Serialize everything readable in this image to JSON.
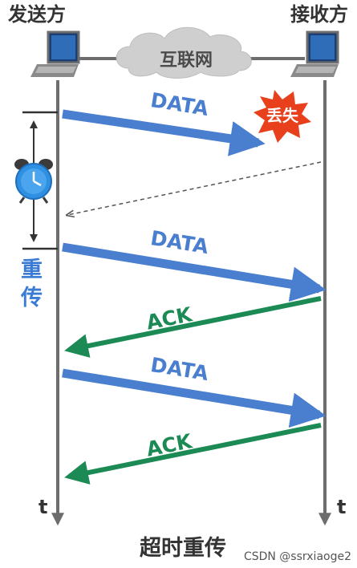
{
  "labels": {
    "sender": "发送方",
    "receiver": "接收方",
    "network": "互联网",
    "lost": "丢失",
    "retransmit": "重传",
    "time_left": "t",
    "time_right": "t",
    "caption": "超时重传",
    "watermark": "CSDN @ssrxiaoge2"
  },
  "messages": [
    {
      "label": "DATA",
      "direction": "sender-to-receiver",
      "status": "lost",
      "color": "#4a7fd0"
    },
    {
      "label": "",
      "direction": "receiver-to-sender",
      "status": "timeout",
      "color": "#555555"
    },
    {
      "label": "DATA",
      "direction": "sender-to-receiver",
      "status": "delivered",
      "color": "#4a7fd0"
    },
    {
      "label": "ACK",
      "direction": "receiver-to-sender",
      "status": "delivered",
      "color": "#1b8a55"
    },
    {
      "label": "DATA",
      "direction": "sender-to-receiver",
      "status": "delivered",
      "color": "#4a7fd0"
    },
    {
      "label": "ACK",
      "direction": "receiver-to-sender",
      "status": "delivered",
      "color": "#1b8a55"
    }
  ],
  "colors": {
    "timeline": "#6d6d6d",
    "data": "#4a7fd0",
    "ack": "#1b8a55",
    "retransmit_text": "#3a7bd5",
    "burst": "#e8401c",
    "cloud": "#cfcfcf",
    "clock": "#2f8fe0"
  },
  "icons": {
    "sender": "laptop-icon",
    "receiver": "laptop-icon",
    "network": "cloud-icon",
    "timer": "alarm-clock-icon"
  }
}
